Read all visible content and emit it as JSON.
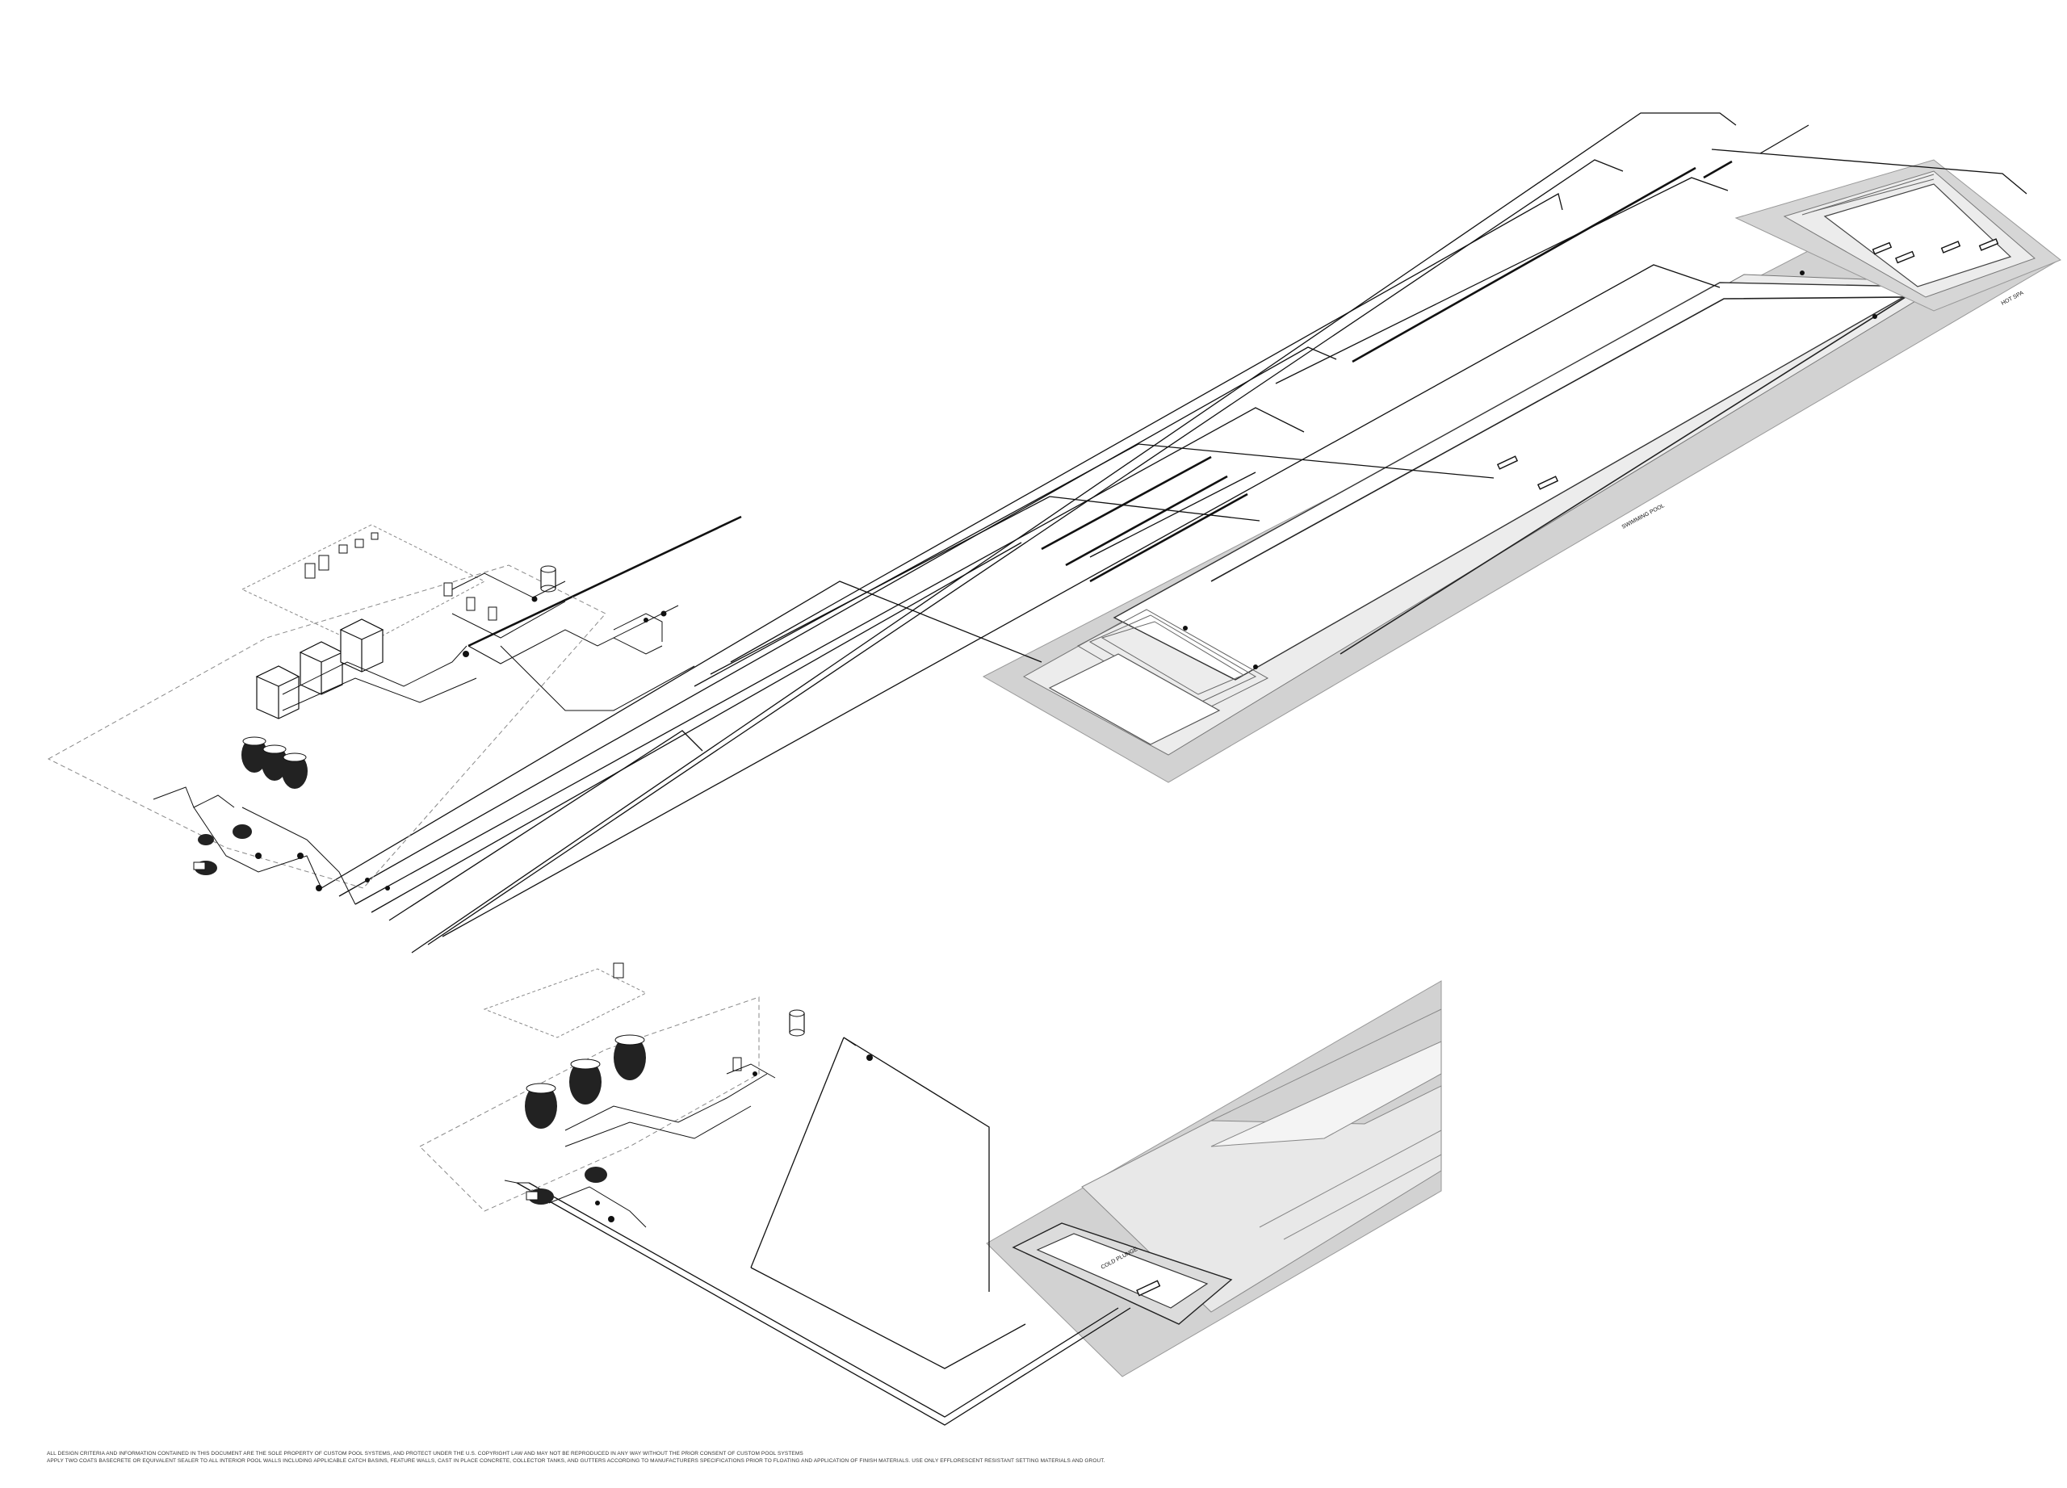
{
  "drawing": {
    "labels": {
      "hot_spa": "HOT SPA",
      "swimming_pool": "SWIMMING POOL",
      "cold_plunge": "COLD PLUNGE"
    },
    "footer_notes": [
      "ALL DESIGN CRITERIA AND INFORMATION CONTAINED IN THIS DOCUMENT ARE THE SOLE PROPERTY OF CUSTOM POOL SYSTEMS, AND PROTECT UNDER THE U.S. COPYRIGHT LAW AND MAY NOT BE REPRODUCED IN ANY WAY WITHOUT THE PRIOR CONSENT OF CUSTOM POOL SYSTEMS",
      "APPLY TWO COATS BASECRETE OR EQUIVALENT SEALER TO ALL INTERIOR POOL WALLS INCLUDING APPLICABLE CATCH BASINS, FEATURE WALLS, CAST IN PLACE CONCRETE, COLLECTOR TANKS, AND GUTTERS ACCORDING TO MANUFACTURERS SPECIFICATIONS PRIOR TO FLOATING AND APPLICATION OF FINISH MATERIALS. USE ONLY EFFLORESCENT RESISTANT SETTING MATERIALS AND GROUT."
    ]
  },
  "colors": {
    "line": "#111111",
    "deck_gray": "#cfcfcf",
    "light_gray": "#e6e6e6",
    "dash": "#888888"
  }
}
